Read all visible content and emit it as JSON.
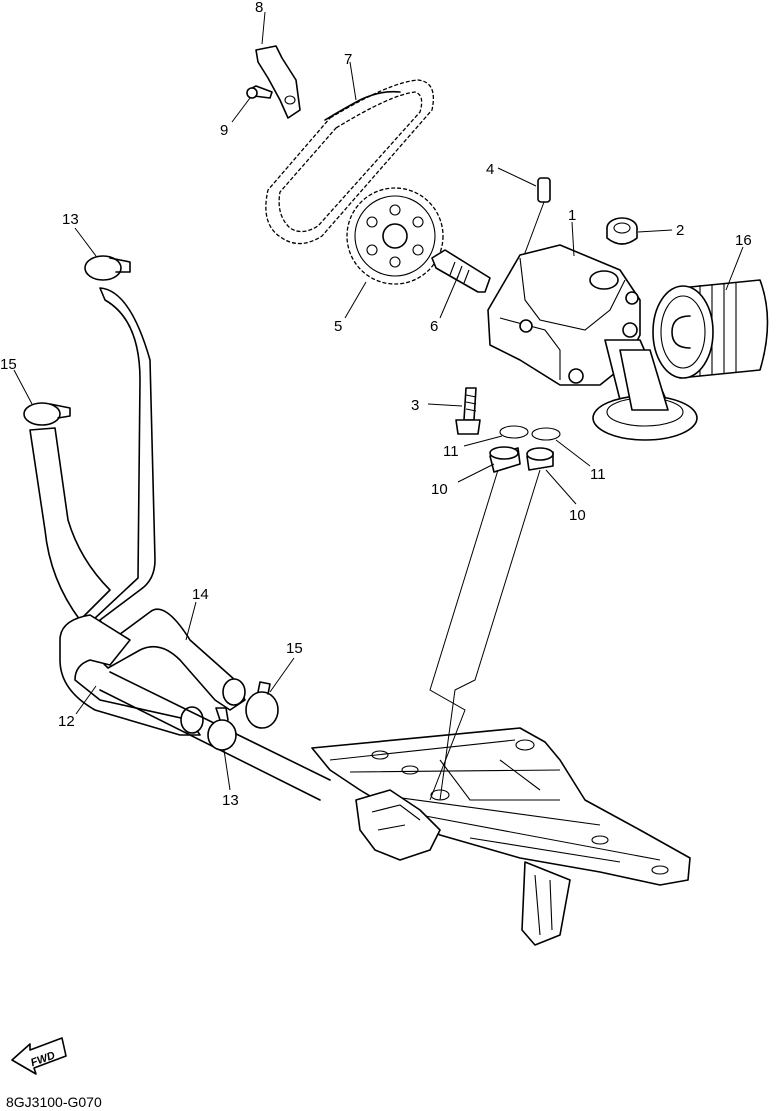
{
  "drawing_code": "8GJ3100-G070",
  "fwd_label": "FWD",
  "callouts": {
    "c1": "1",
    "c2": "2",
    "c3": "3",
    "c4": "4",
    "c5": "5",
    "c6": "6",
    "c7": "7",
    "c8": "8",
    "c9": "9",
    "c10a": "10",
    "c10b": "10",
    "c11a": "11",
    "c11b": "11",
    "c12": "12",
    "c13a": "13",
    "c13b": "13",
    "c14": "14",
    "c15a": "15",
    "c15b": "15",
    "c16": "16"
  }
}
